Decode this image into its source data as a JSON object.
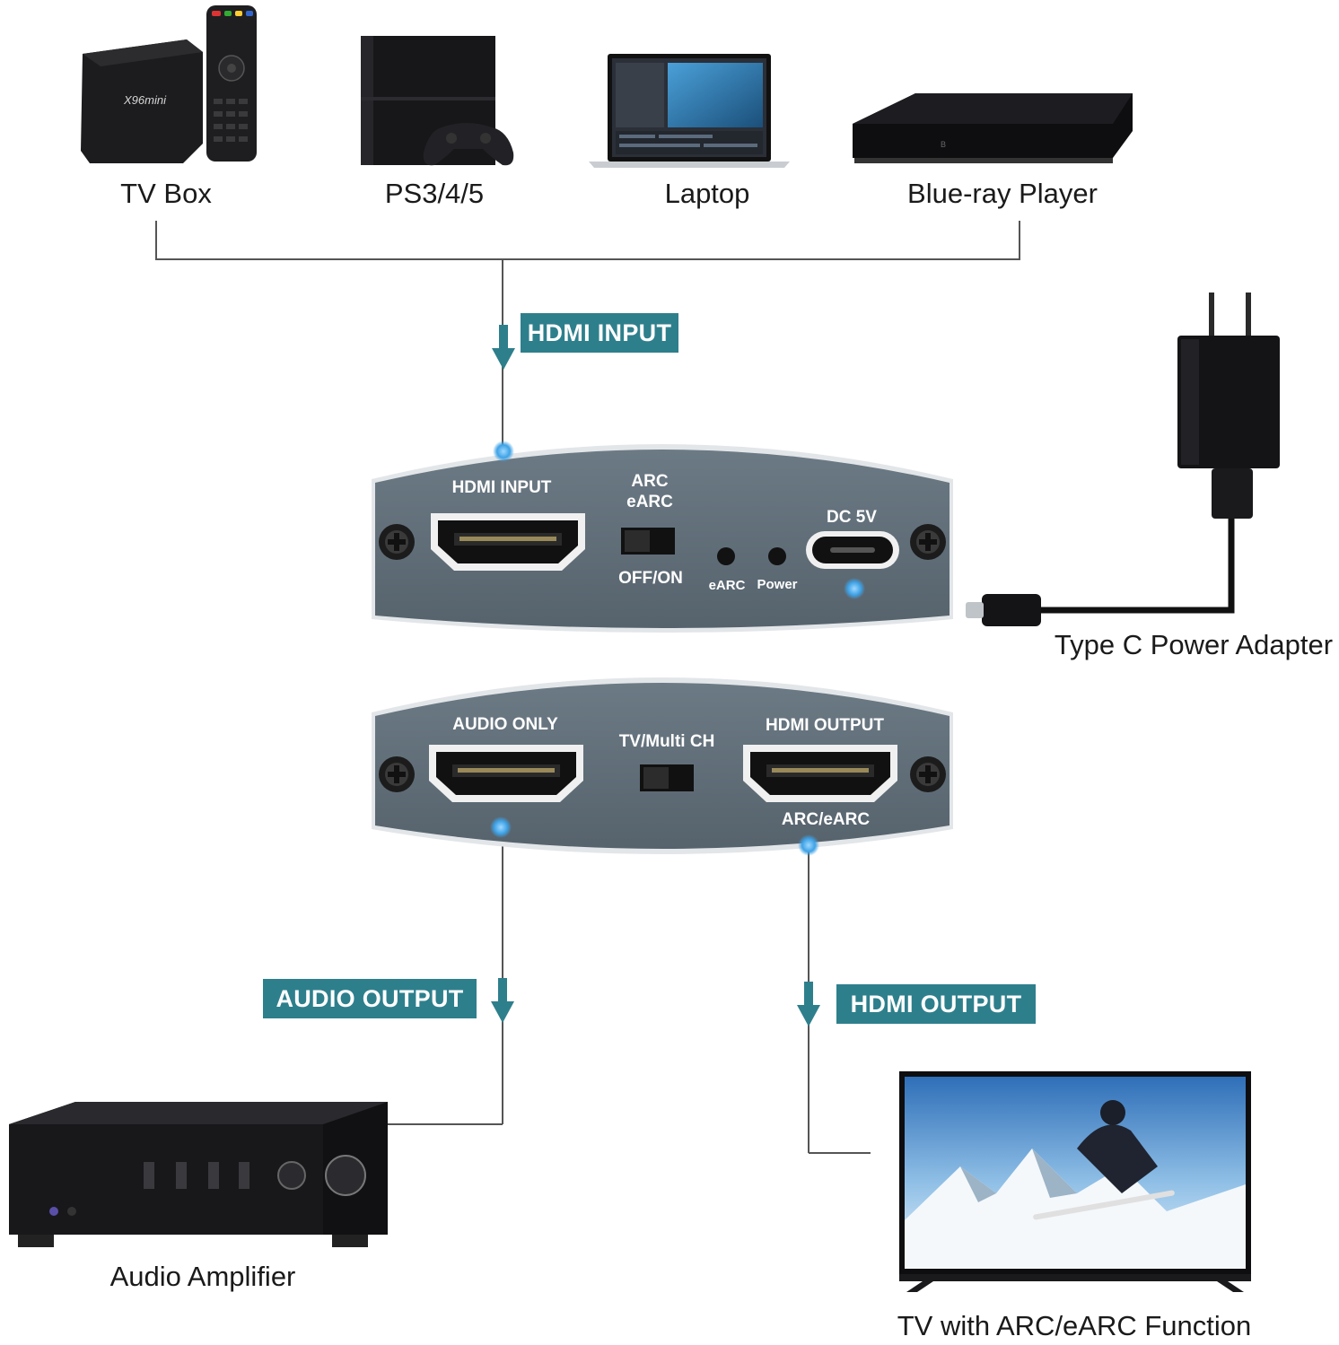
{
  "sources": {
    "tv_box": "TV Box",
    "ps": "PS3/4/5",
    "laptop": "Laptop",
    "bluray": "Blue-ray Player",
    "tv_box_brand": "X96mini"
  },
  "tags": {
    "hdmi_input": "HDMI INPUT",
    "audio_output": "AUDIO OUTPUT",
    "hdmi_output": "HDMI OUTPUT"
  },
  "top_panel": {
    "hdmi_input": "HDMI INPUT",
    "arc": "ARC",
    "earc": "eARC",
    "off_on": "OFF/ON",
    "earc_led": "eARC",
    "power_led": "Power",
    "dc5v": "DC 5V"
  },
  "bottom_panel": {
    "audio_only": "AUDIO ONLY",
    "tv_multi": "TV/Multi CH",
    "hdmi_output": "HDMI OUTPUT",
    "arc_earc": "ARC/eARC"
  },
  "devices": {
    "adapter": "Type C Power Adapter",
    "amplifier": "Audio Amplifier",
    "tv": "TV with ARC/eARC Function"
  },
  "colors": {
    "accent": "#2e7f8c",
    "panel": "#5f6d78",
    "line": "#555555",
    "dot": "#4aa9e0"
  }
}
